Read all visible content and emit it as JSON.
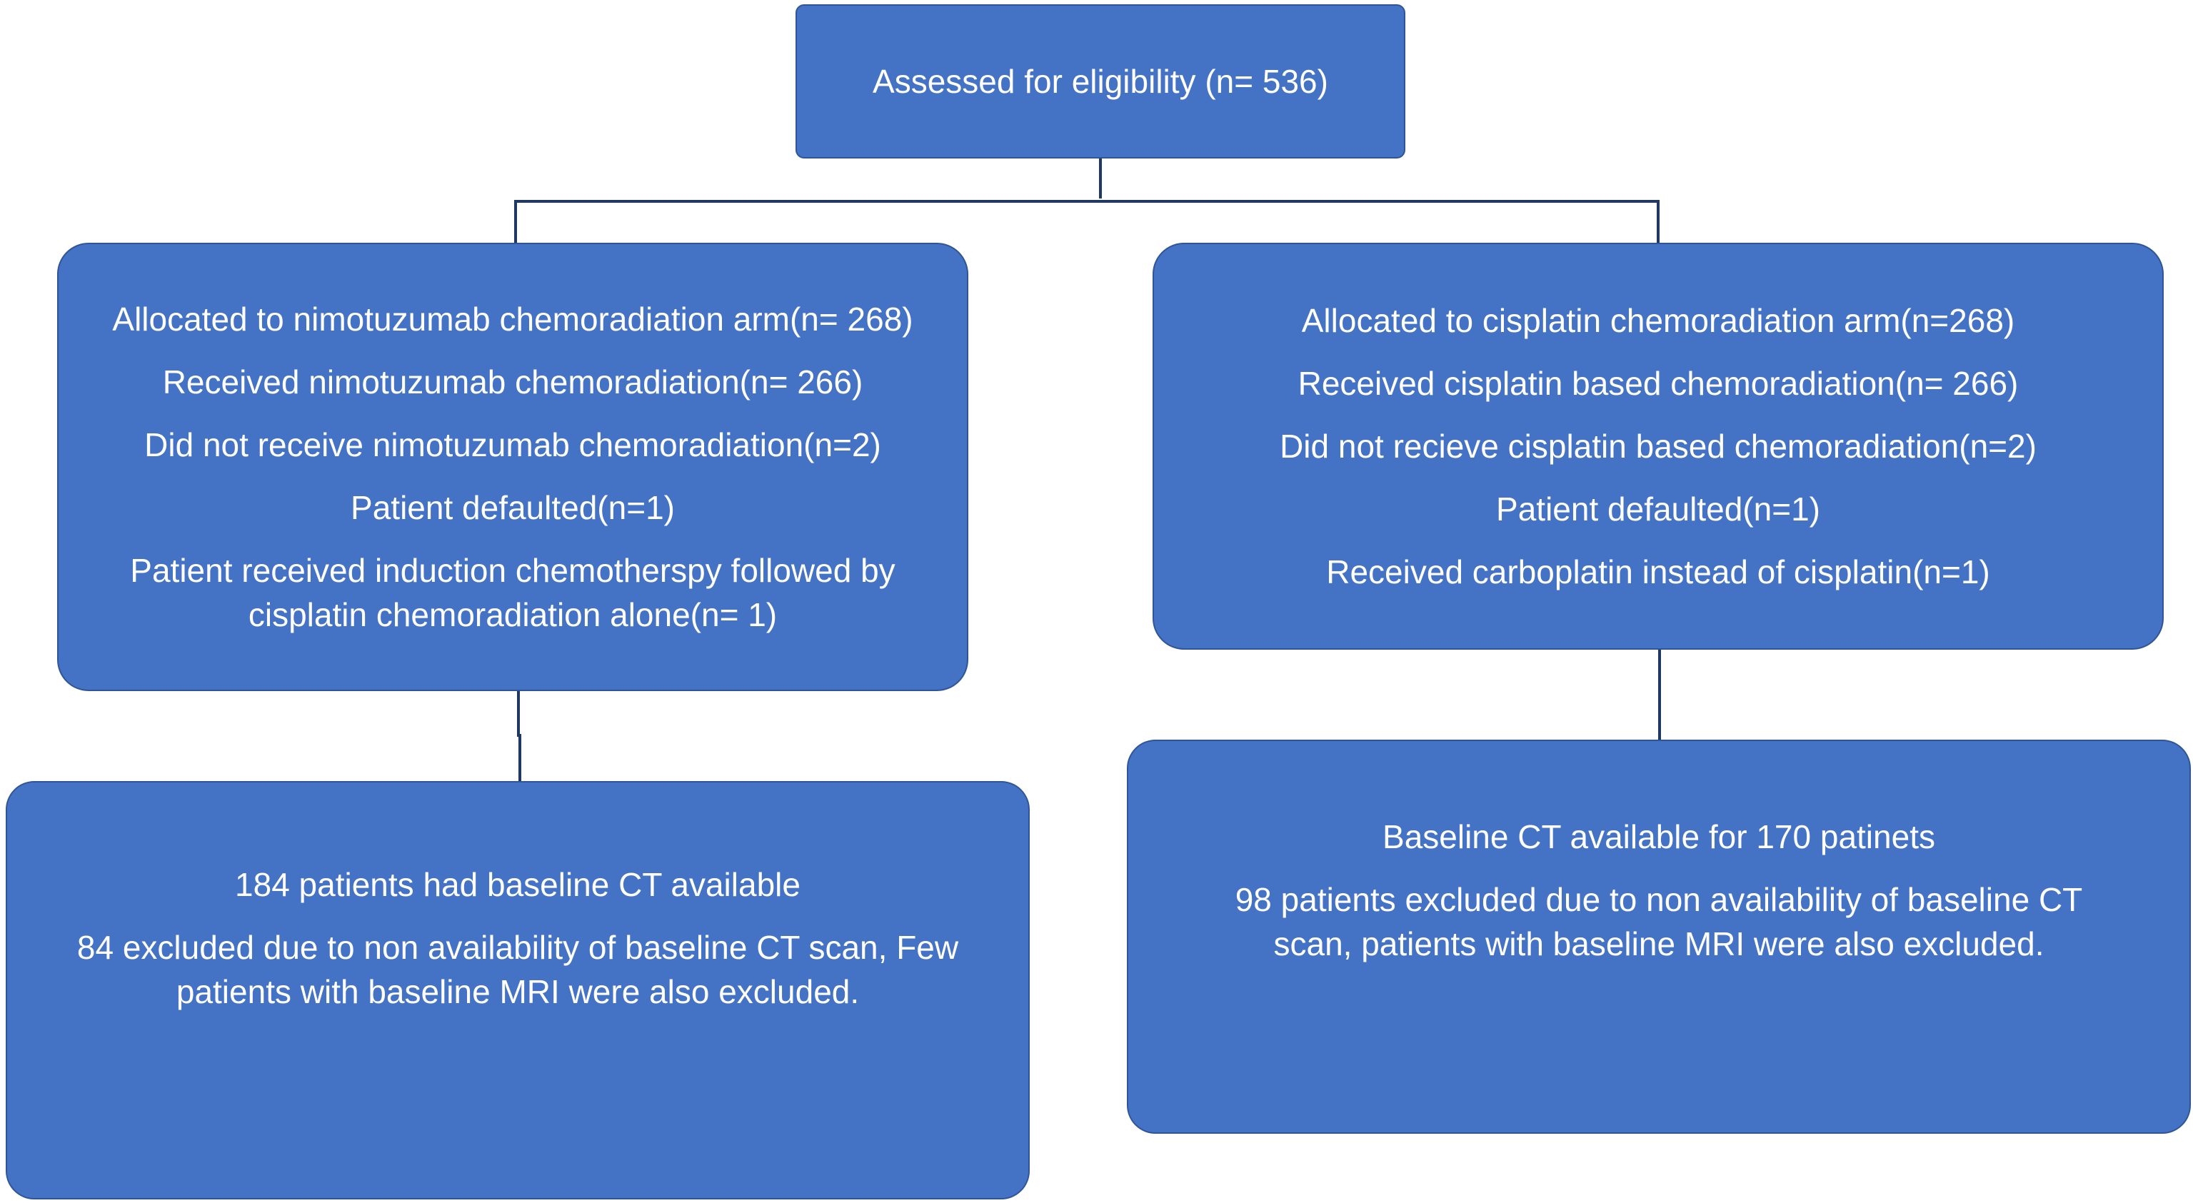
{
  "colors": {
    "box_fill": "#4472c4",
    "box_border": "#2f5597",
    "text": "#ffffff",
    "connector": "#203864"
  },
  "nodes": {
    "eligibility": {
      "lines": [
        "Assessed for eligibility (n= 536)"
      ]
    },
    "nimotuzumab_arm": {
      "lines": [
        "Allocated to nimotuzumab chemoradiation arm(n= 268)",
        "Received nimotuzumab chemoradiation(n= 266)",
        "Did not receive nimotuzumab chemoradiation(n=2)",
        "Patient defaulted(n=1)",
        "Patient received induction chemotherspy followed by cisplatin chemoradiation alone(n= 1)"
      ]
    },
    "cisplatin_arm": {
      "lines": [
        "Allocated to cisplatin chemoradiation arm(n=268)",
        "Received cisplatin based chemoradiation(n= 266)",
        "Did not recieve cisplatin based chemoradiation(n=2)",
        "Patient defaulted(n=1)",
        "Received carboplatin instead of cisplatin(n=1)"
      ]
    },
    "nimotuzumab_ct": {
      "lines": [
        "184 patients had baseline CT available",
        "84 excluded due to non availability of baseline CT scan, Few patients with baseline MRI were also excluded."
      ]
    },
    "cisplatin_ct": {
      "lines": [
        "Baseline CT available for  170 patinets",
        "98 patients excluded due to non availability of baseline CT scan, patients with baseline MRI were also excluded."
      ]
    }
  }
}
